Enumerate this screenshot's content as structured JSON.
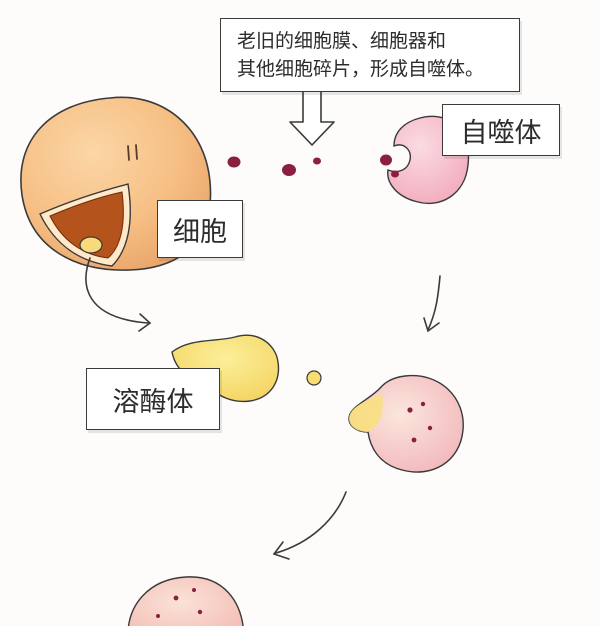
{
  "callout": {
    "line1": "老旧的细胞膜、细胞器和",
    "line2": "其他细胞碎片，形成自噬体。"
  },
  "labels": {
    "autophagosome": "自噬体",
    "cell": "细胞",
    "lysosome": "溶酶体"
  },
  "colors": {
    "cell_fill": "#f6bf84",
    "cell_cut": "#b4531b",
    "autophagosome_fill": "#f4bac7",
    "lysosome_fill": "#f8de72",
    "fragment": "#8a1f3e",
    "outline": "#3a3a3a"
  }
}
